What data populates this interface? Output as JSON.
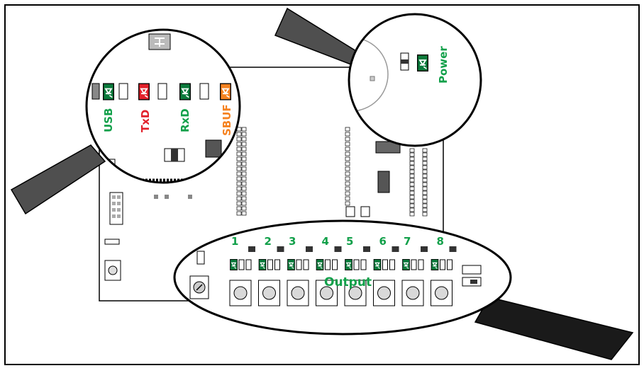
{
  "labels": {
    "usb": "USB",
    "txd": "TxD",
    "rxd": "RxD",
    "sbuf": "SBUF",
    "power": "Power",
    "output": "Output"
  },
  "output_leds": [
    "1",
    "2",
    "3",
    "4",
    "5",
    "6",
    "7",
    "8"
  ],
  "colors": {
    "green": "#12a04a",
    "red": "#e2202a",
    "orange": "#f58220",
    "led_green_body": "#0b7a3b",
    "pointer": "#4f4f4f",
    "outline": "#000000"
  },
  "icons": [
    "led-icon",
    "push-button-icon",
    "potentiometer-icon",
    "connector-pin-icon",
    "chip-icon"
  ]
}
